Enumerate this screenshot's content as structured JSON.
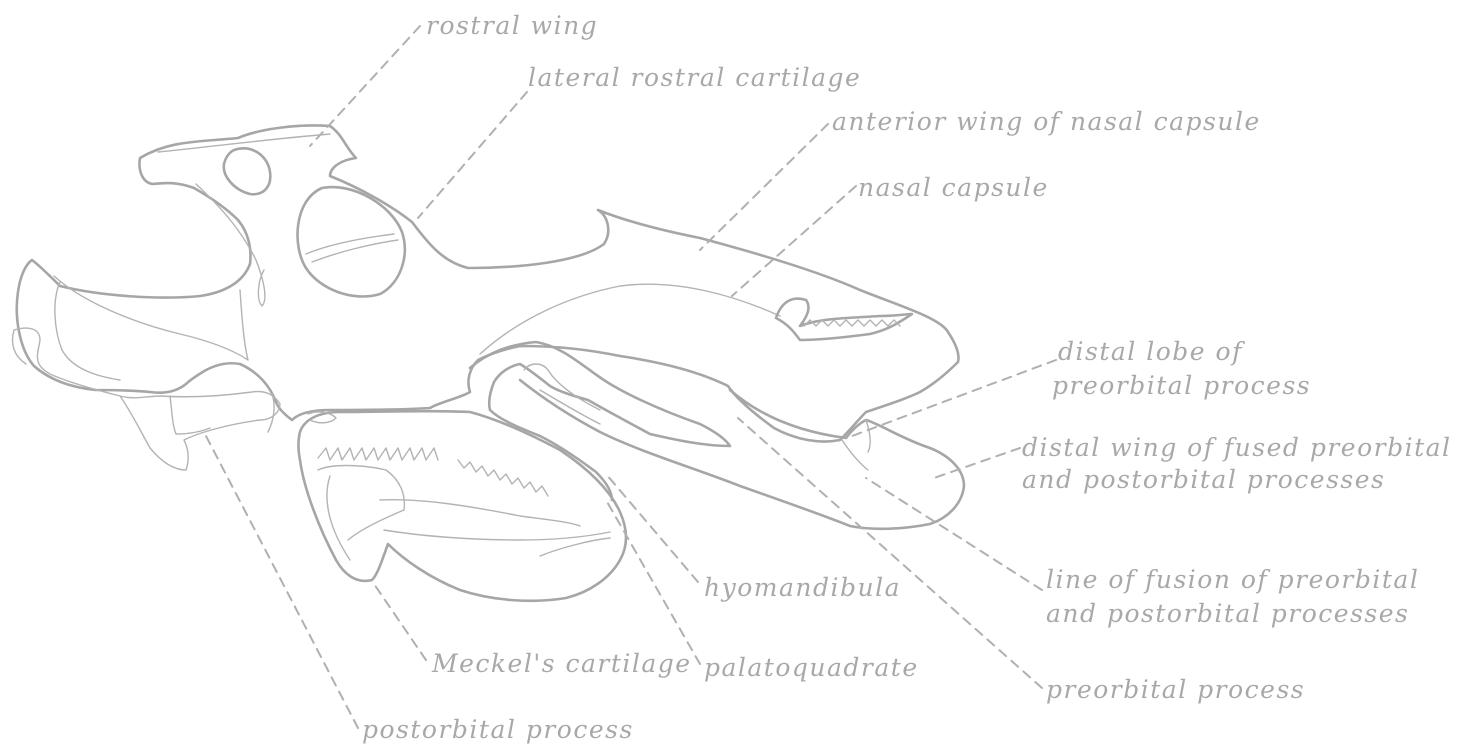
{
  "labels": {
    "rostral_wing": "rostral wing",
    "lateral_rostral_cartilage": "lateral rostral cartilage",
    "anterior_wing_nasal_capsule": "anterior wing of nasal capsule",
    "nasal_capsule": "nasal capsule",
    "distal_lobe_preorbital_line1": "distal lobe of",
    "distal_lobe_preorbital_line2": "preorbital process",
    "distal_wing_fused_line1": "distal wing of fused preorbital",
    "distal_wing_fused_line2": "and postorbital processes",
    "line_of_fusion_line1": "line of fusion of preorbital",
    "line_of_fusion_line2": "and postorbital processes",
    "preorbital_process": "preorbital process",
    "hyomandibula": "hyomandibula",
    "palatoquadrate": "palatoquadrate",
    "meckels_cartilage": "Meckel's cartilage",
    "postorbital_process": "postorbital process"
  }
}
